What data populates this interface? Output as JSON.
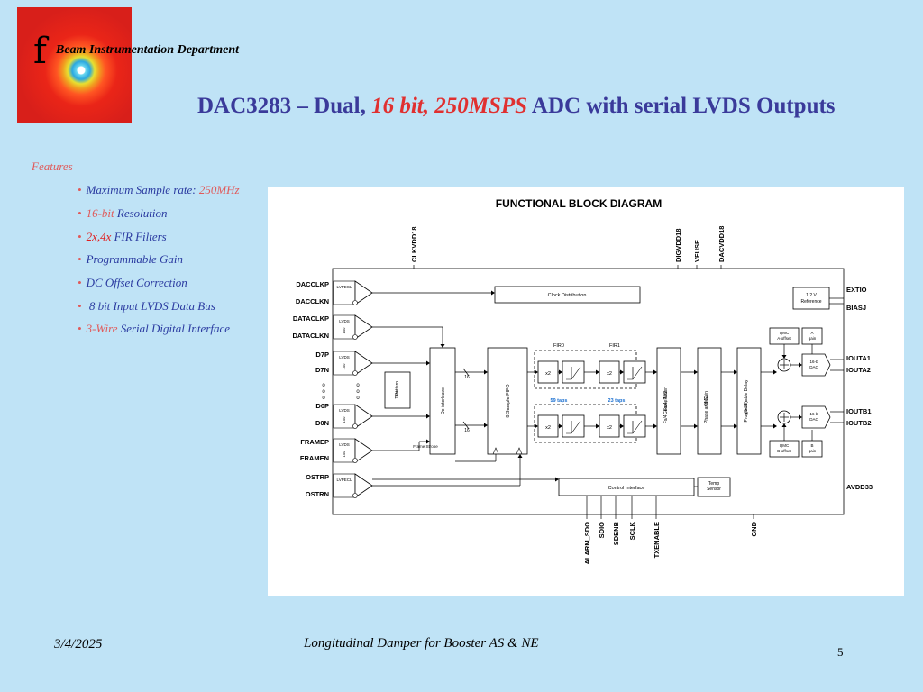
{
  "header": {
    "logo_mark": "f",
    "department": "Beam Instrumentation Department",
    "title_parts": [
      "DAC3283 – Dual, ",
      "16 bit, 250MSPS",
      " ADC with serial LVDS Outputs"
    ]
  },
  "features": {
    "label": "Features",
    "items": [
      {
        "bullet": "•",
        "parts": [
          {
            "t": "Maximum Sample rate: ",
            "s": "n"
          },
          {
            "t": "250MHz",
            "s": "hl"
          }
        ]
      },
      {
        "bullet": "•",
        "parts": [
          {
            "t": "16-bit",
            "s": "hl"
          },
          {
            "t": " Resolution",
            "s": "n"
          }
        ]
      },
      {
        "bullet": "•",
        "parts": [
          {
            "t": "2x,4x",
            "s": "hlr"
          },
          {
            "t": " FIR Filters",
            "s": "n"
          }
        ]
      },
      {
        "bullet": "•",
        "parts": [
          {
            "t": "Programmable  Gain",
            "s": "n"
          }
        ]
      },
      {
        "bullet": "•",
        "parts": [
          {
            "t": "DC Offset Correction",
            "s": "n"
          }
        ]
      },
      {
        "bullet": "•",
        "parts": [
          {
            "t": " 8 bit Input LVDS Data Bus",
            "s": "n"
          }
        ]
      },
      {
        "bullet": "•",
        "parts": [
          {
            "t": "3-Wire",
            "s": "hl"
          },
          {
            "t": " Serial Digital Interface",
            "s": "n"
          }
        ]
      }
    ]
  },
  "diagram": {
    "title": "FUNCTIONAL BLOCK DIAGRAM",
    "top_pins": [
      "CLKVDD18",
      "DIGVDD18",
      "VFUSE",
      "DACVDD18"
    ],
    "bottom_pins": [
      "ALARM_SDO",
      "SDIO",
      "SDENB",
      "SCLK",
      "TXENABLE",
      "GND"
    ],
    "left_pins": [
      "DACCLKP",
      "DACCLKN",
      "DATACLKP",
      "DATACLKN",
      "D7P",
      "D7N",
      "D0P",
      "D0N",
      "FRAMEP",
      "FRAMEN",
      "OSTRP",
      "OSTRN"
    ],
    "right_pins": [
      "EXTIO",
      "BIASJ",
      "IOUTA1",
      "IOUTA2",
      "IOUTB1",
      "IOUTB2",
      "AVDD33"
    ],
    "buffer_labels": [
      "LVPECL",
      "LVDS",
      "LVDS",
      "LVDS",
      "LVDS",
      "LVPECL"
    ],
    "resistor_label": "100",
    "bus_width_top": "16",
    "bus_width_bottom": "16",
    "blocks": {
      "clock_distribution": "Clock Distribution",
      "reference": [
        "1.2 V",
        "Reference"
      ],
      "pattern_test": [
        "Pattern",
        "Test"
      ],
      "deinterleave": "De-interleave",
      "fifo": "8 Sample FIFO",
      "fir0": "FIR0",
      "fir1": "FIR1",
      "taps0": "59 taps",
      "taps1": "23 taps",
      "x2": "x2",
      "mixer": [
        "Coarse Mixer",
        "Fs/4, -Fs/4, Fs/2"
      ],
      "qmc_phase": [
        "QMC",
        "Phase and Gain"
      ],
      "prog_delay": [
        "Programmable Delay",
        "(0-3T)"
      ],
      "qmc_a_offset": [
        "QMC",
        "A-offset"
      ],
      "qmc_b_offset": [
        "QMC",
        "B-offset"
      ],
      "a_gain": [
        "A",
        "gain"
      ],
      "b_gain": [
        "B",
        "gain"
      ],
      "dac": [
        "16-b",
        "DAC"
      ],
      "frame_strobe": "Frame Strobe",
      "control_interface": "Control Interface",
      "temp_sensor": [
        "Temp",
        "Sensor"
      ],
      "ellipsis": "o"
    }
  },
  "footer": {
    "date": "3/4/2025",
    "center": "Longitudinal Damper for Booster AS & NE",
    "page": "5"
  },
  "colors": {
    "background": "#bfe3f6",
    "title": "#3a3a9a",
    "accent_red": "#e03030",
    "feature_text": "#2a3aa0",
    "taps_blue": "#1a6fd0"
  }
}
